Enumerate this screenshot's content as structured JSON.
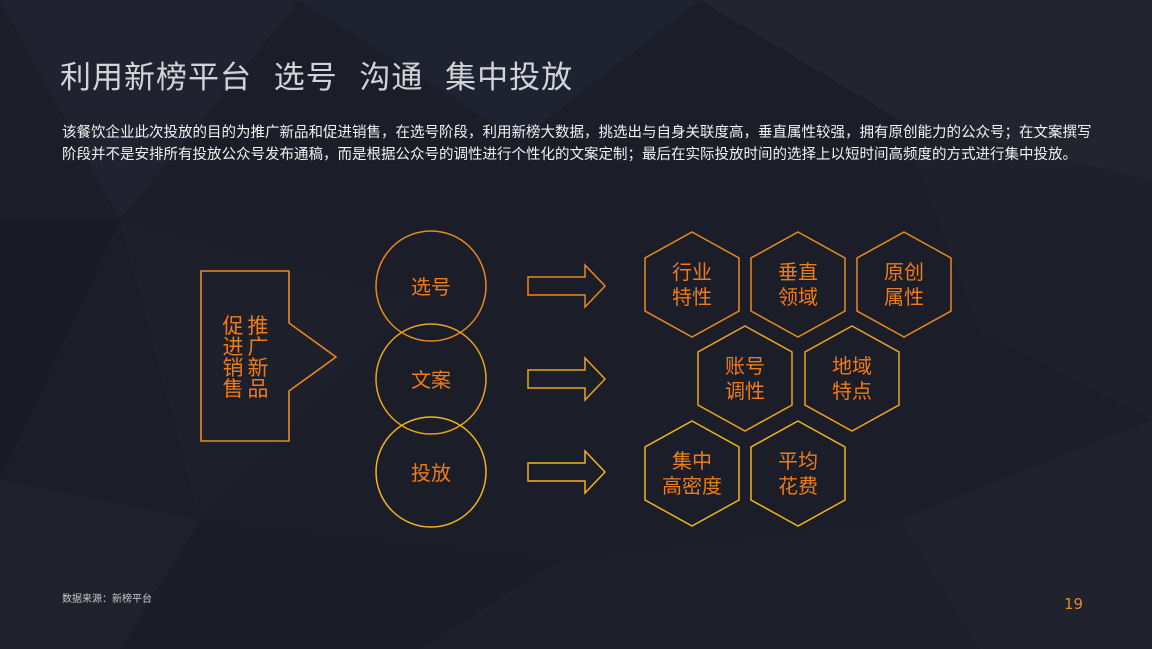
{
  "slide": {
    "title": "利用新榜平台  选号  沟通  集中投放",
    "description": "该餐饮企业此次投放的目的为推广新品和促进销售，在选号阶段，利用新榜大数据，挑选出与自身关联度高，垂直属性较强，拥有原创能力的公众号；在文案撰写阶段并不是安排所有投放公众号发布通稿，而是根据公众号的调性进行个性化的文案定制；最后在实际投放时间的选择上以短时间高频度的方式进行集中投放。",
    "source": "数据来源：新榜平台",
    "page_number": "19"
  },
  "diagram": {
    "goal": {
      "col1": [
        "推",
        "广",
        "新",
        "品"
      ],
      "col2": [
        "促",
        "进",
        "销",
        "售"
      ]
    },
    "stages": [
      {
        "label": "选号"
      },
      {
        "label": "文案"
      },
      {
        "label": "投放"
      }
    ],
    "hexagons": [
      {
        "line1": "行业",
        "line2": "特性"
      },
      {
        "line1": "垂直",
        "line2": "领域"
      },
      {
        "line1": "原创",
        "line2": "属性"
      },
      {
        "line1": "账号",
        "line2": "调性"
      },
      {
        "line1": "地域",
        "line2": "特点"
      },
      {
        "line1": "集中",
        "line2": "高密度"
      },
      {
        "line1": "平均",
        "line2": "花费"
      }
    ]
  },
  "colors": {
    "accent_orange": "#e8891e",
    "accent_yellow": "#f0b31c",
    "text_orange": "#ee7b1c",
    "background": "#1b1e29"
  }
}
